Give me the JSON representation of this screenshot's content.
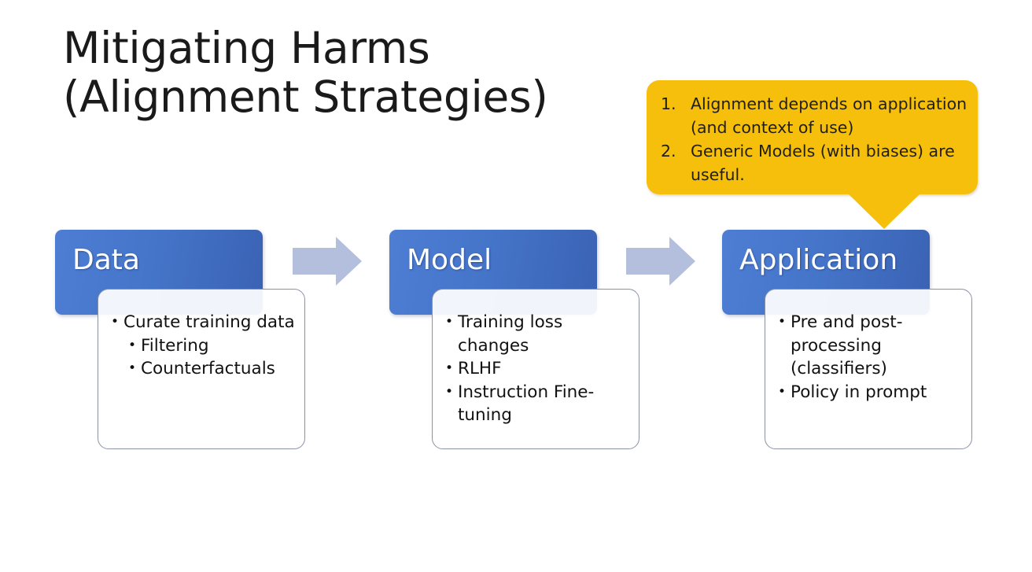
{
  "slide": {
    "title_line1": "Mitigating Harms",
    "title_line2": "(Alignment Strategies)",
    "background_color": "#ffffff"
  },
  "callout": {
    "fill_color": "#f5bf0b",
    "text_color": "#231f10",
    "points_to": "Application",
    "items": [
      {
        "number": "1.",
        "text": "Alignment depends on application (and context of use)"
      },
      {
        "number": "2.",
        "text": "Generic Models (with biases) are useful."
      }
    ]
  },
  "flow": {
    "header_color": "#4575c9",
    "arrow_color": "#b3bfdd",
    "arrow_icon": "right-arrow-icon",
    "bullet_glyph": "•",
    "stages": [
      {
        "id": "data",
        "label": "Data",
        "bullets": [
          {
            "level": 1,
            "text": "Curate training data"
          },
          {
            "level": 2,
            "text": "Filtering"
          },
          {
            "level": 2,
            "text": "Counterfactuals"
          }
        ]
      },
      {
        "id": "model",
        "label": "Model",
        "bullets": [
          {
            "level": 1,
            "text": "Training loss changes"
          },
          {
            "level": 1,
            "text": "RLHF"
          },
          {
            "level": 1,
            "text": "Instruction Fine-tuning"
          }
        ]
      },
      {
        "id": "application",
        "label": "Application",
        "bullets": [
          {
            "level": 1,
            "text": "Pre and post-processing (classifiers)"
          },
          {
            "level": 1,
            "text": "Policy in prompt"
          }
        ]
      }
    ]
  }
}
